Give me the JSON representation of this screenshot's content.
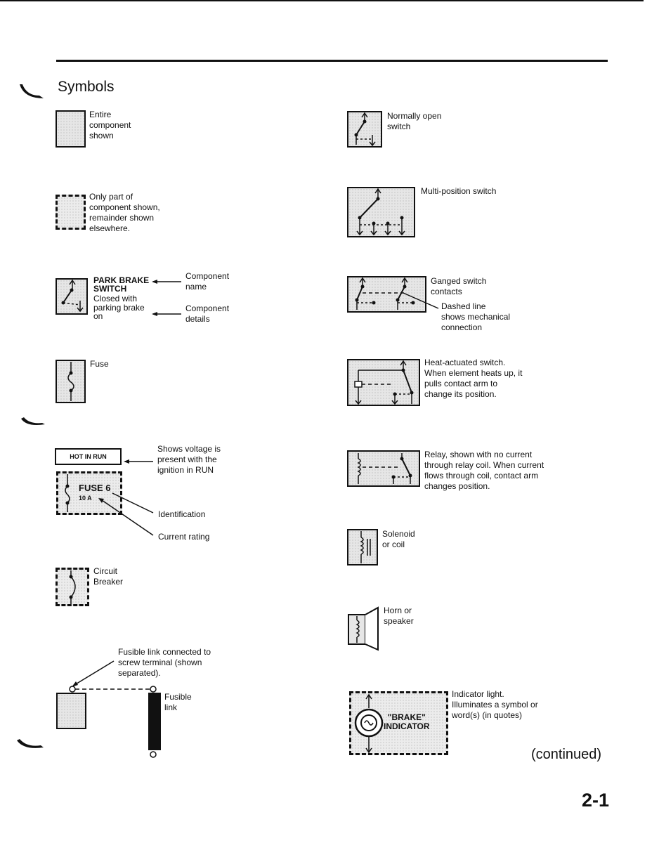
{
  "title": "Symbols",
  "continued": "(continued)",
  "page_number": "2-1",
  "symbols": {
    "entire_component": "Entire\ncomponent\nshown",
    "partial_component": "Only part of\ncomponent shown,\nremainder shown\nelsewhere.",
    "switch_name": "PARK BRAKE\nSWITCH",
    "switch_details": "Closed with\nparking brake\non",
    "component_name": "Component\nname",
    "component_details": "Component\ndetails",
    "fuse": "Fuse",
    "hot_in_run": "HOT IN RUN",
    "voltage_note": "Shows voltage is\npresent with the\nignition in RUN",
    "fuse_id": "FUSE 6",
    "fuse_rating": "10 A",
    "identification": "Identification",
    "current_rating": "Current rating",
    "circuit_breaker": "Circuit\nBreaker",
    "fusible_link_note": "Fusible link connected to\nscrew terminal (shown\nseparated).",
    "fusible_link": "Fusible\nlink",
    "normally_open": "Normally open\nswitch",
    "multi_position": "Multi-position switch",
    "ganged_switch": "Ganged switch\ncontacts",
    "dashed_line": "Dashed line\nshows mechanical\nconnection",
    "heat_switch": "Heat-actuated switch.\nWhen element heats up, it\npulls contact arm to\nchange its position.",
    "relay": "Relay, shown with no current\nthrough relay coil. When current\nflows through coil, contact arm\nchanges position.",
    "solenoid": "Solenoid\nor coil",
    "horn": "Horn or\nspeaker",
    "indicator_light": "Indicator light.\nIlluminates a symbol or\nword(s) (in quotes)",
    "indicator_word": "\"BRAKE\"\nINDICATOR"
  }
}
